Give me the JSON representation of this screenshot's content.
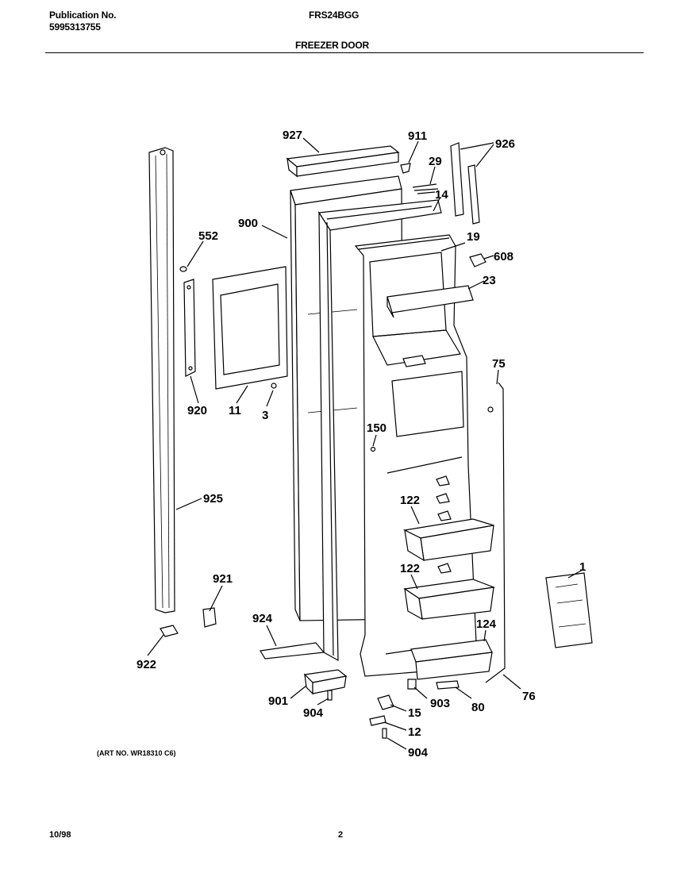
{
  "header": {
    "publication_label": "Publication No.",
    "publication_number": "5995313755",
    "model": "FRS24BGG",
    "section_title": "FREEZER DOOR"
  },
  "callouts": {
    "c927": "927",
    "c911": "911",
    "c926": "926",
    "c29": "29",
    "c14": "14",
    "c900": "900",
    "c552": "552",
    "c19": "19",
    "c608": "608",
    "c23": "23",
    "c920": "920",
    "c11": "11",
    "c3": "3",
    "c75": "75",
    "c150": "150",
    "c925": "925",
    "c122a": "122",
    "c122b": "122",
    "c1": "1",
    "c921": "921",
    "c924": "924",
    "c124": "124",
    "c922": "922",
    "c901": "901",
    "c904a": "904",
    "c903": "903",
    "c80": "80",
    "c76": "76",
    "c15": "15",
    "c12": "12",
    "c904b": "904"
  },
  "art_number": "(ART NO. WR18310 C6)",
  "footer": {
    "date": "10/98",
    "page": "2"
  }
}
